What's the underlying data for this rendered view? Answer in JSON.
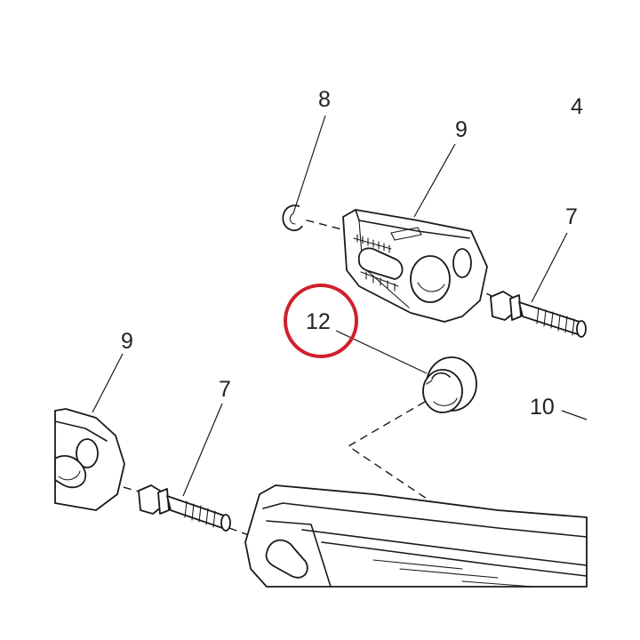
{
  "callouts": {
    "c8": "8",
    "c4": "4",
    "c9_top": "9",
    "c7_right": "7",
    "c12": "12",
    "c9_left": "9",
    "c7_left": "7",
    "c10": "10"
  },
  "colors": {
    "highlight_ring": "#d0202c",
    "ink": "#1a1a1a"
  }
}
